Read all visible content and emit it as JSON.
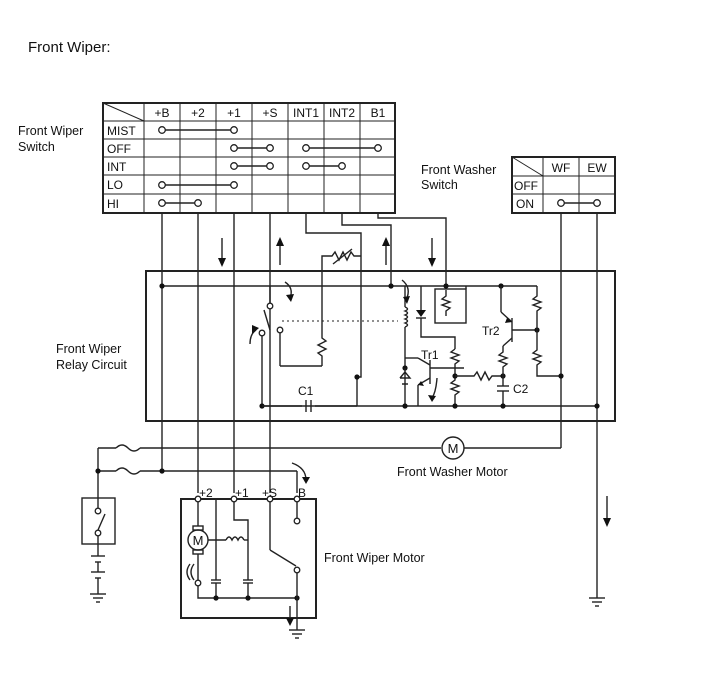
{
  "title": "Front Wiper:",
  "wiper_switch": {
    "label": [
      "Front Wiper",
      "Switch"
    ],
    "columns": [
      "+B",
      "+2",
      "+1",
      "+S",
      "INT1",
      "INT2",
      "B1"
    ],
    "rows": [
      "MIST",
      "OFF",
      "INT",
      "LO",
      "HI"
    ],
    "connections": [
      {
        "row": "MIST",
        "from": "+B",
        "to": "+1"
      },
      {
        "row": "OFF",
        "from": "+1",
        "to": "+S"
      },
      {
        "row": "OFF",
        "from": "INT1",
        "to": "B1"
      },
      {
        "row": "INT",
        "from": "+1",
        "to": "+S"
      },
      {
        "row": "INT",
        "from": "INT1",
        "to": "INT2"
      },
      {
        "row": "LO",
        "from": "+B",
        "to": "+1"
      },
      {
        "row": "HI",
        "from": "+B",
        "to": "+2"
      }
    ]
  },
  "washer_switch": {
    "label": [
      "Front Washer",
      "Switch"
    ],
    "columns": [
      "WF",
      "EW"
    ],
    "rows": [
      "OFF",
      "ON"
    ],
    "connections": [
      {
        "row": "ON",
        "from": "WF",
        "to": "EW"
      }
    ]
  },
  "relay": {
    "label": [
      "Front Wiper",
      "Relay Circuit"
    ],
    "parts": [
      "C1",
      "Tr1",
      "Tr2",
      "C2"
    ]
  },
  "washer_motor": {
    "label": "Front Washer Motor",
    "symbol": "M"
  },
  "wiper_motor": {
    "label": "Front Wiper Motor",
    "symbol": "M",
    "terminals": [
      "+2",
      "+1",
      "+S",
      "B"
    ]
  }
}
